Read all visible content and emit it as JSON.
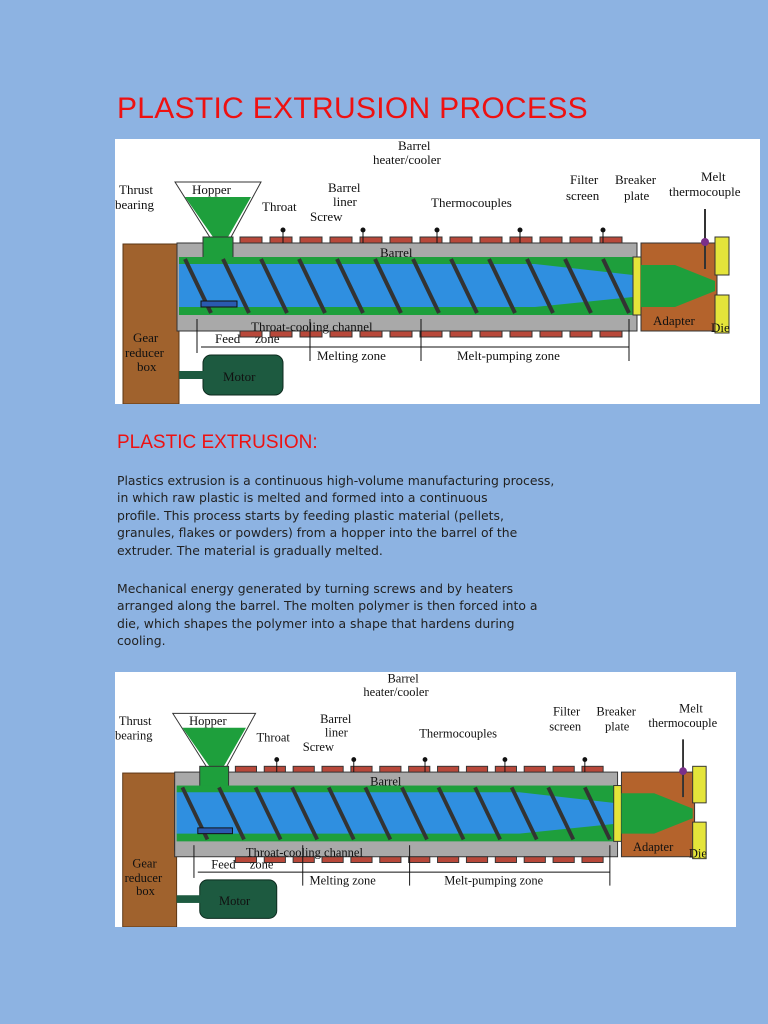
{
  "title": "PLASTIC EXTRUSION PROCESS",
  "section_heading": "PLASTIC EXTRUSION:",
  "paragraph1": [
    "Plastics extrusion is a continuous high-volume manufacturing process,",
    "in which raw plastic is melted and formed into a continuous",
    "profile. This process starts by feeding plastic material (pellets,",
    "granules, flakes or powders) from a hopper into the barrel of the",
    "extruder. The material is gradually melted."
  ],
  "paragraph2": [
    "Mechanical energy generated by turning screws and by heaters",
    "arranged along the barrel. The molten polymer is then forced into a",
    "die, which shapes the polymer into a shape that hardens during",
    "cooling."
  ],
  "diagram_labels": {
    "barrel_heater_cooler_1": "Barrel",
    "barrel_heater_cooler_2": "heater/cooler",
    "thrust_bearing_1": "Thrust",
    "thrust_bearing_2": "bearing",
    "hopper": "Hopper",
    "throat": "Throat",
    "barrel_liner_1": "Barrel",
    "barrel_liner_2": "liner",
    "screw": "Screw",
    "thermocouples": "Thermocouples",
    "filter_screen_1": "Filter",
    "filter_screen_2": "screen",
    "breaker_plate_1": "Breaker",
    "breaker_plate_2": "plate",
    "melt_thermocouple_1": "Melt",
    "melt_thermocouple_2": "thermocouple",
    "barrel": "Barrel",
    "adapter": "Adapter",
    "die": "Die",
    "gear_1": "Gear",
    "gear_2": "reducer",
    "gear_3": "box",
    "throat_cooling": "Throat-cooling  channel",
    "feed_zone_1": "Feed",
    "feed_zone_2": "zone",
    "melting_zone": "Melting  zone",
    "melt_pumping_zone": "Melt-pumping  zone",
    "motor": "Motor"
  },
  "colors": {
    "background": "#8db3e2",
    "heading": "#ee1111",
    "barrel": "#a9a9a9",
    "screw_flight": "#1e9f3c",
    "melt": "#2f8fe0",
    "gearbox": "#a0622d",
    "adapter": "#b4632c",
    "die": "#e4e43a",
    "motor": "#1d5a40"
  }
}
